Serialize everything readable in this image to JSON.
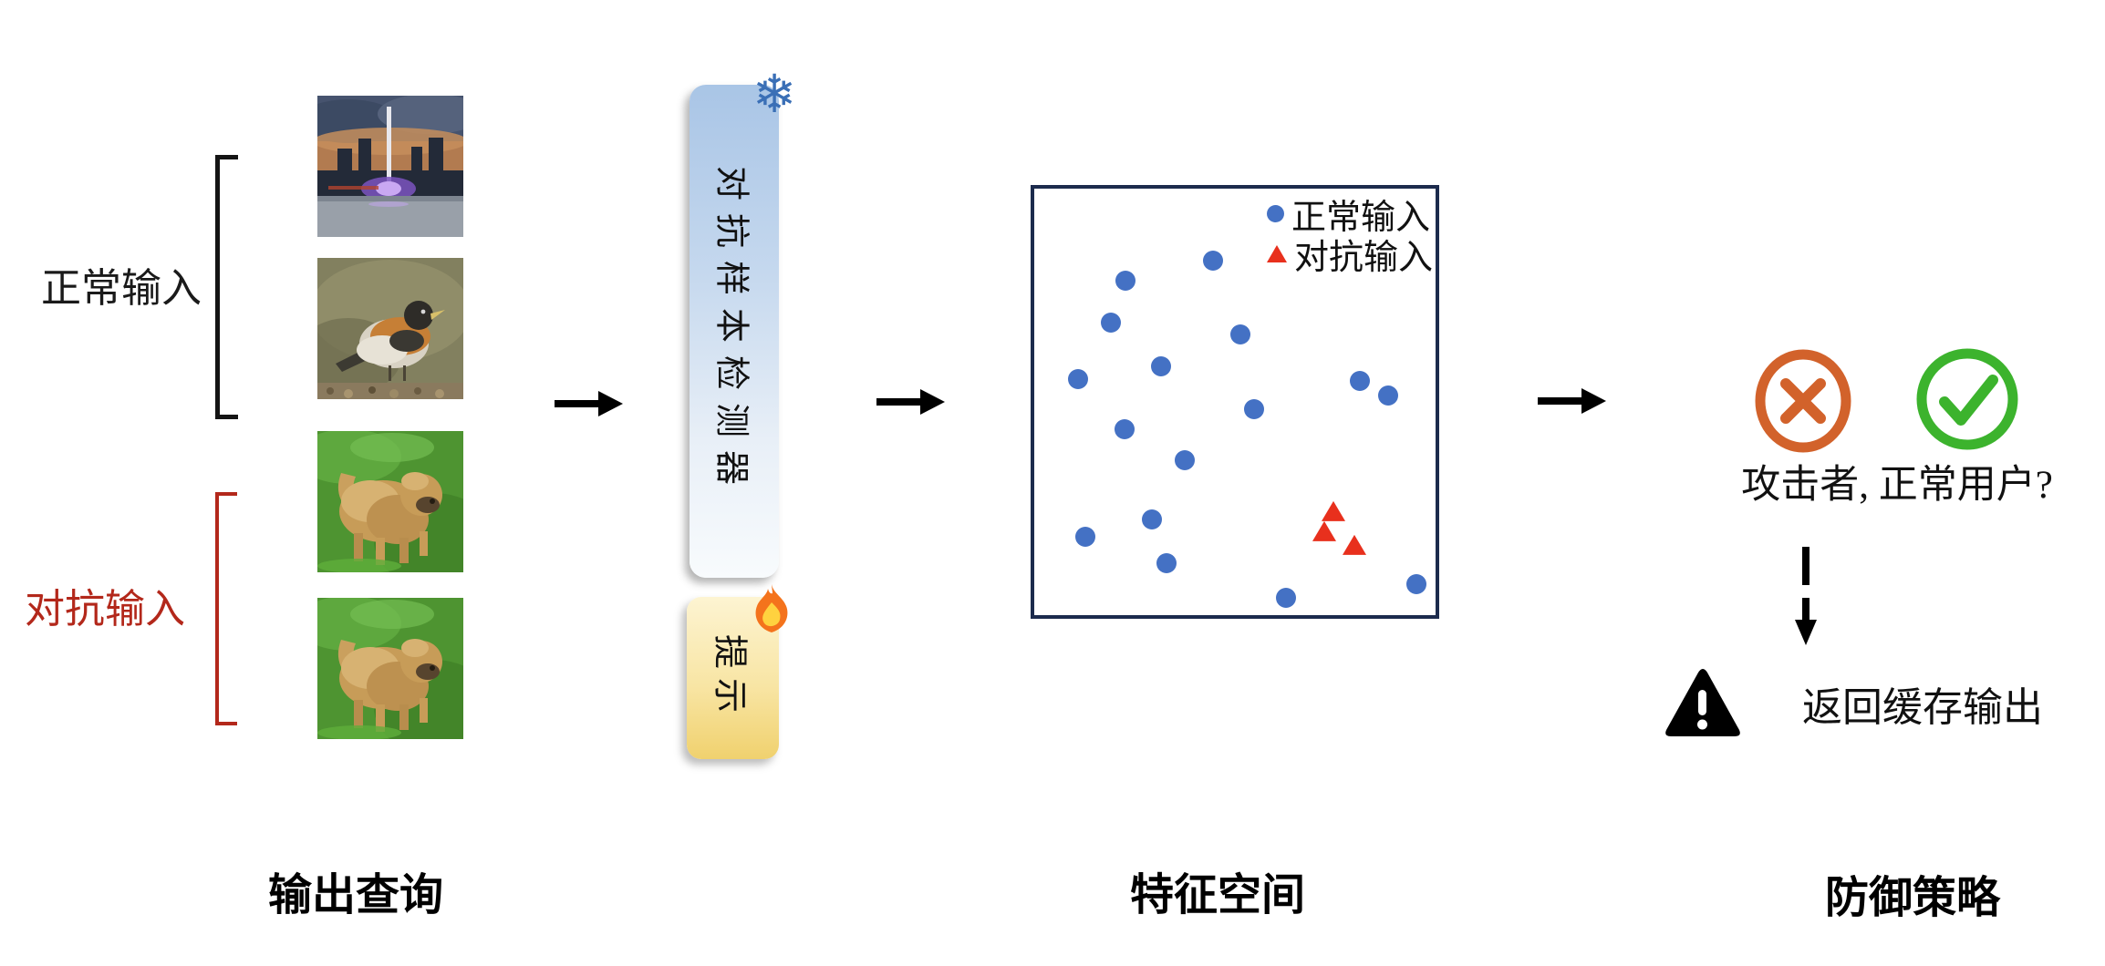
{
  "palette": {
    "normal_blue": "#4471c4",
    "adversarial_red": "#e8301d",
    "label_red": "#b3281b",
    "panel_border": "#1c2b4d",
    "reject_orange": "#d2622b",
    "accept_green": "#3cb32d",
    "snowflake_blue": "#3a6fb6"
  },
  "icons": {
    "frozen": "snowflake-icon",
    "trainable": "flame-icon",
    "reject": "circled-cross-icon",
    "accept": "circled-check-icon",
    "warning": "warning-triangle-icon"
  },
  "query_section": {
    "normal_label": "正常输入",
    "adversarial_label": "对抗输入",
    "photos": [
      "city-fountain-photo",
      "bird-photo",
      "dog-photo",
      "dog-photo-adversarial"
    ],
    "caption": "输出查询"
  },
  "detector": {
    "label": "对抗样本检测器",
    "frozen_glyph": "❄",
    "prompt_label": "提示"
  },
  "feature_space": {
    "caption": "特征空间",
    "legend": [
      {
        "label": "正常输入",
        "marker": "circle",
        "color": "#4471c4"
      },
      {
        "label": "对抗输入",
        "marker": "triangle",
        "color": "#e8301d"
      }
    ]
  },
  "chart_data": {
    "type": "scatter",
    "title": "特征空间",
    "xlabel": "",
    "ylabel": "",
    "axes_shown": false,
    "note": "coordinates are fractions of panel interior, y measured downward",
    "legend_position": "top-right",
    "series": [
      {
        "name": "正常输入",
        "marker": "circle",
        "color": "#4471c4",
        "points": [
          {
            "x": 0.445,
            "y": 0.169
          },
          {
            "x": 0.227,
            "y": 0.216
          },
          {
            "x": 0.191,
            "y": 0.314
          },
          {
            "x": 0.514,
            "y": 0.342
          },
          {
            "x": 0.316,
            "y": 0.417
          },
          {
            "x": 0.109,
            "y": 0.447
          },
          {
            "x": 0.811,
            "y": 0.451
          },
          {
            "x": 0.882,
            "y": 0.485
          },
          {
            "x": 0.548,
            "y": 0.517
          },
          {
            "x": 0.225,
            "y": 0.564
          },
          {
            "x": 0.375,
            "y": 0.637
          },
          {
            "x": 0.293,
            "y": 0.776
          },
          {
            "x": 0.127,
            "y": 0.816
          },
          {
            "x": 0.33,
            "y": 0.878
          },
          {
            "x": 0.627,
            "y": 0.96
          },
          {
            "x": 0.952,
            "y": 0.928
          }
        ]
      },
      {
        "name": "对抗输入",
        "marker": "triangle",
        "color": "#e8301d",
        "points": [
          {
            "x": 0.745,
            "y": 0.759
          },
          {
            "x": 0.723,
            "y": 0.806
          },
          {
            "x": 0.798,
            "y": 0.838
          }
        ]
      }
    ]
  },
  "defense": {
    "question": "攻击者, 正常用户?",
    "action": "返回缓存输出",
    "caption": "防御策略"
  }
}
